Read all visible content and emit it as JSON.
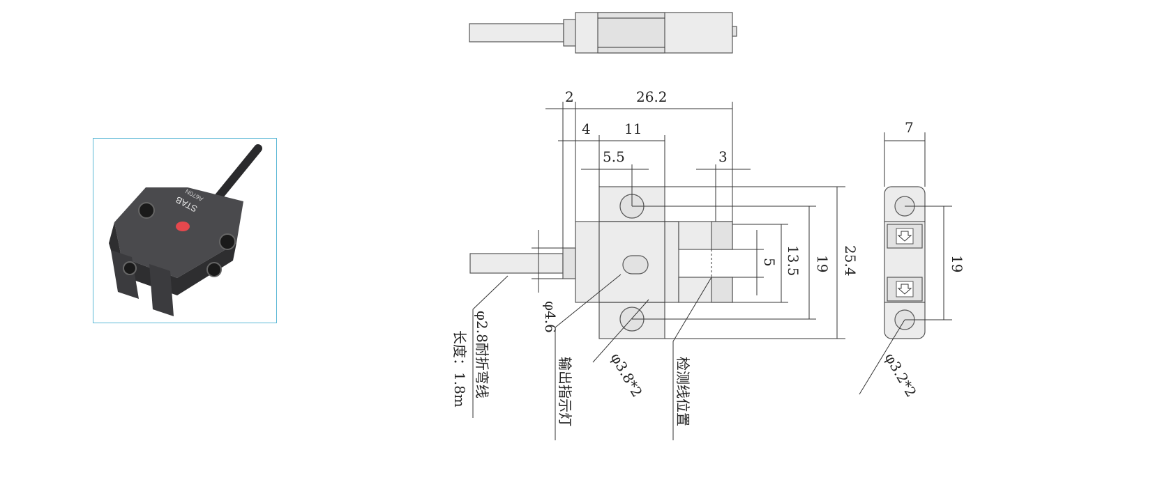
{
  "product": {
    "brand_text": "STAB",
    "model_text": "A670N"
  },
  "dimensions": {
    "overall_width": "26.2",
    "cable_offset": "2",
    "body_step": "4",
    "mount_width": "11",
    "hole_center": "5.5",
    "slot_offset": "3",
    "cable_dia": "φ4.6",
    "slot_gap": "5",
    "arm_span": "13.5",
    "hole_pitch": "19",
    "total_height": "25.4",
    "side_thickness": "7",
    "side_hole_pitch": "19"
  },
  "callouts": {
    "cable_spec": "φ2.8耐折弯线",
    "cable_length": "长度：1.8m",
    "indicator": "输出指示灯",
    "mount_hole": "φ3.8*2",
    "detect_line": "检测线位置",
    "side_hole": "φ3.2*2"
  },
  "colors": {
    "frame_border": "#5bb8d6",
    "indicator_red": "#e5484d",
    "body_dark": "#3a3a3c"
  }
}
